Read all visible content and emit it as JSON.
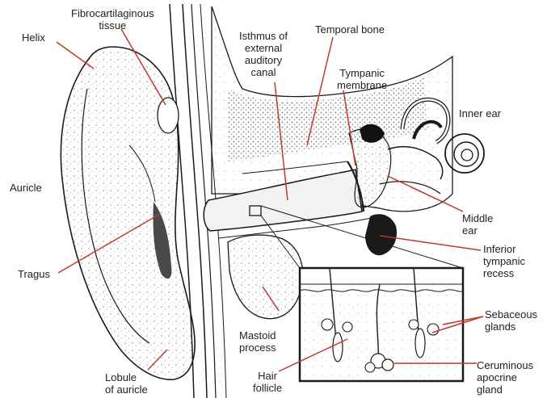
{
  "colors": {
    "ink": "#1a1a1a",
    "leader": "#c0392b",
    "label_text": "#222222",
    "background": "#ffffff"
  },
  "labels": {
    "helix": "Helix",
    "fibrocartilaginous_tissue": "Fibrocartilaginous\ntissue",
    "isthmus": "Isthmus of\nexternal\nauditory\ncanal",
    "temporal_bone": "Temporal bone",
    "tympanic_membrane": "Tympanic\nmembrane",
    "inner_ear": "Inner ear",
    "auricle": "Auricle",
    "middle_ear": "Middle\near",
    "inferior_tympanic_recess": "Inferior\ntympanic\nrecess",
    "tragus": "Tragus",
    "sebaceous_glands": "Sebaceous\nglands",
    "mastoid_process": "Mastoid\nprocess",
    "ceruminous_apocrine_gland": "Ceruminous\napocrine\ngland",
    "lobule_of_auricle": "Lobule\nof auricle",
    "hair_follicle": "Hair\nfollicle"
  }
}
